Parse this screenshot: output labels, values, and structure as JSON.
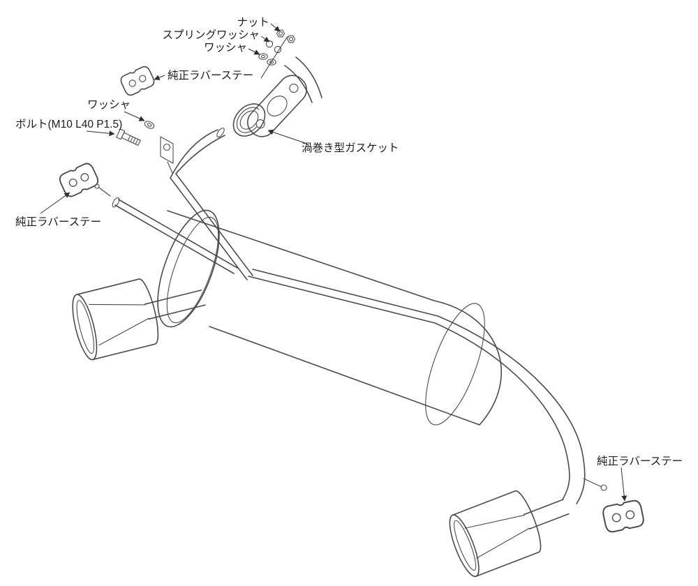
{
  "figure": {
    "type": "exploded-parts-diagram",
    "subject": "rear-section-exhaust-muffler",
    "background": "#ffffff",
    "line_color": "#4a4a4a",
    "label_color": "#1b1b1b",
    "components": [
      "nut",
      "spring-washer",
      "washer",
      "flange",
      "spiral-gasket",
      "genuine-rubber-stay",
      "bolt",
      "hanger-bracket",
      "inlet-pipe",
      "main-muffler",
      "outlet-pipe",
      "hanger-rod",
      "left-tailpipe-tip",
      "right-tailpipe-tip"
    ]
  },
  "labels": {
    "nut": "ナット",
    "spring_washer": "スプリングワッシャ",
    "washer_top": "ワッシャ",
    "stay_top": "純正ラバーステー",
    "washer_left": "ワッシャ",
    "bolt": "ボルト(M10 L40 P1.5)",
    "gasket": "渦巻き型ガスケット",
    "stay_left": "純正ラバーステー",
    "stay_right": "純正ラバーステー"
  }
}
